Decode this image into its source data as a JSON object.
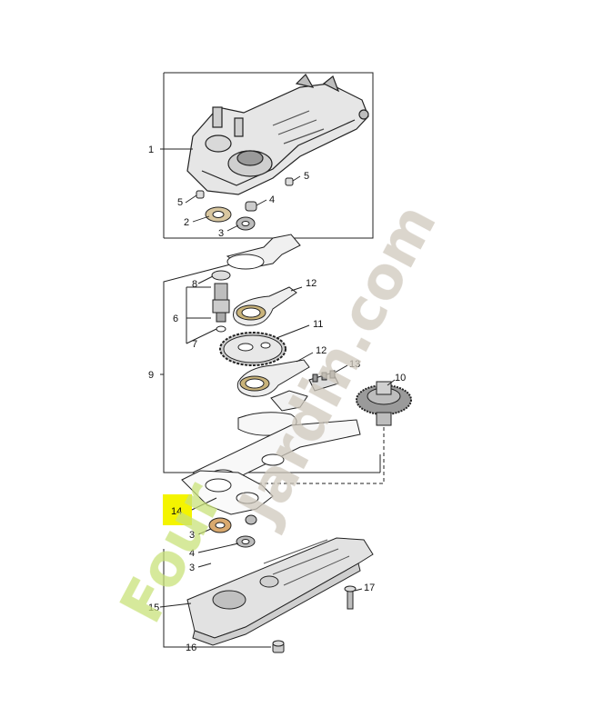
{
  "diagram": {
    "callouts": {
      "c1": "1",
      "c2": "2",
      "c3a": "3",
      "c4a": "4",
      "c5a": "5",
      "c5b": "5",
      "c6": "6",
      "c7": "7",
      "c8": "8",
      "c9": "9",
      "c10": "10",
      "c11": "11",
      "c12a": "12",
      "c12b": "12",
      "c13": "13",
      "c14": "14",
      "c15": "15",
      "c16": "16",
      "c17": "17",
      "c3b": "3",
      "c4b": "4",
      "c3c": "3"
    },
    "highlight_color": "#f4f400",
    "watermark": {
      "text_a": "Four",
      "text_b": "Jardin.com",
      "color_a": "#c9e27a",
      "color_b": "#cfc8bd"
    }
  }
}
